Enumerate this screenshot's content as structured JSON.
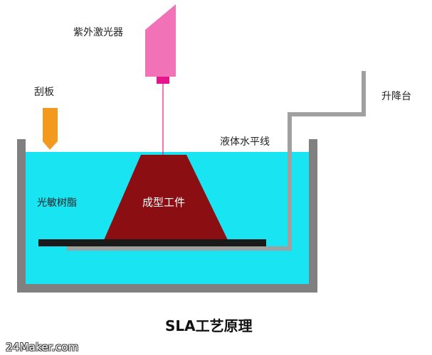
{
  "diagram": {
    "labels": {
      "laser": "紫外激光器",
      "scraper": "刮板",
      "platform": "升降台",
      "liquid_level": "液体水平线",
      "resin": "光敏树脂",
      "part": "成型工件"
    },
    "caption": "SLA工艺原理",
    "watermark": "24Maker.com",
    "colors": {
      "laser_body": "#f272b8",
      "laser_nozzle": "#e6148c",
      "laser_beam": "#e8168c",
      "scraper": "#f39a1e",
      "tank_wall": "#808080",
      "resin": "#19e4f2",
      "part": "#8b0e12",
      "build_plate": "#1a1a1a",
      "platform_arm": "#a0a0a0"
    }
  }
}
